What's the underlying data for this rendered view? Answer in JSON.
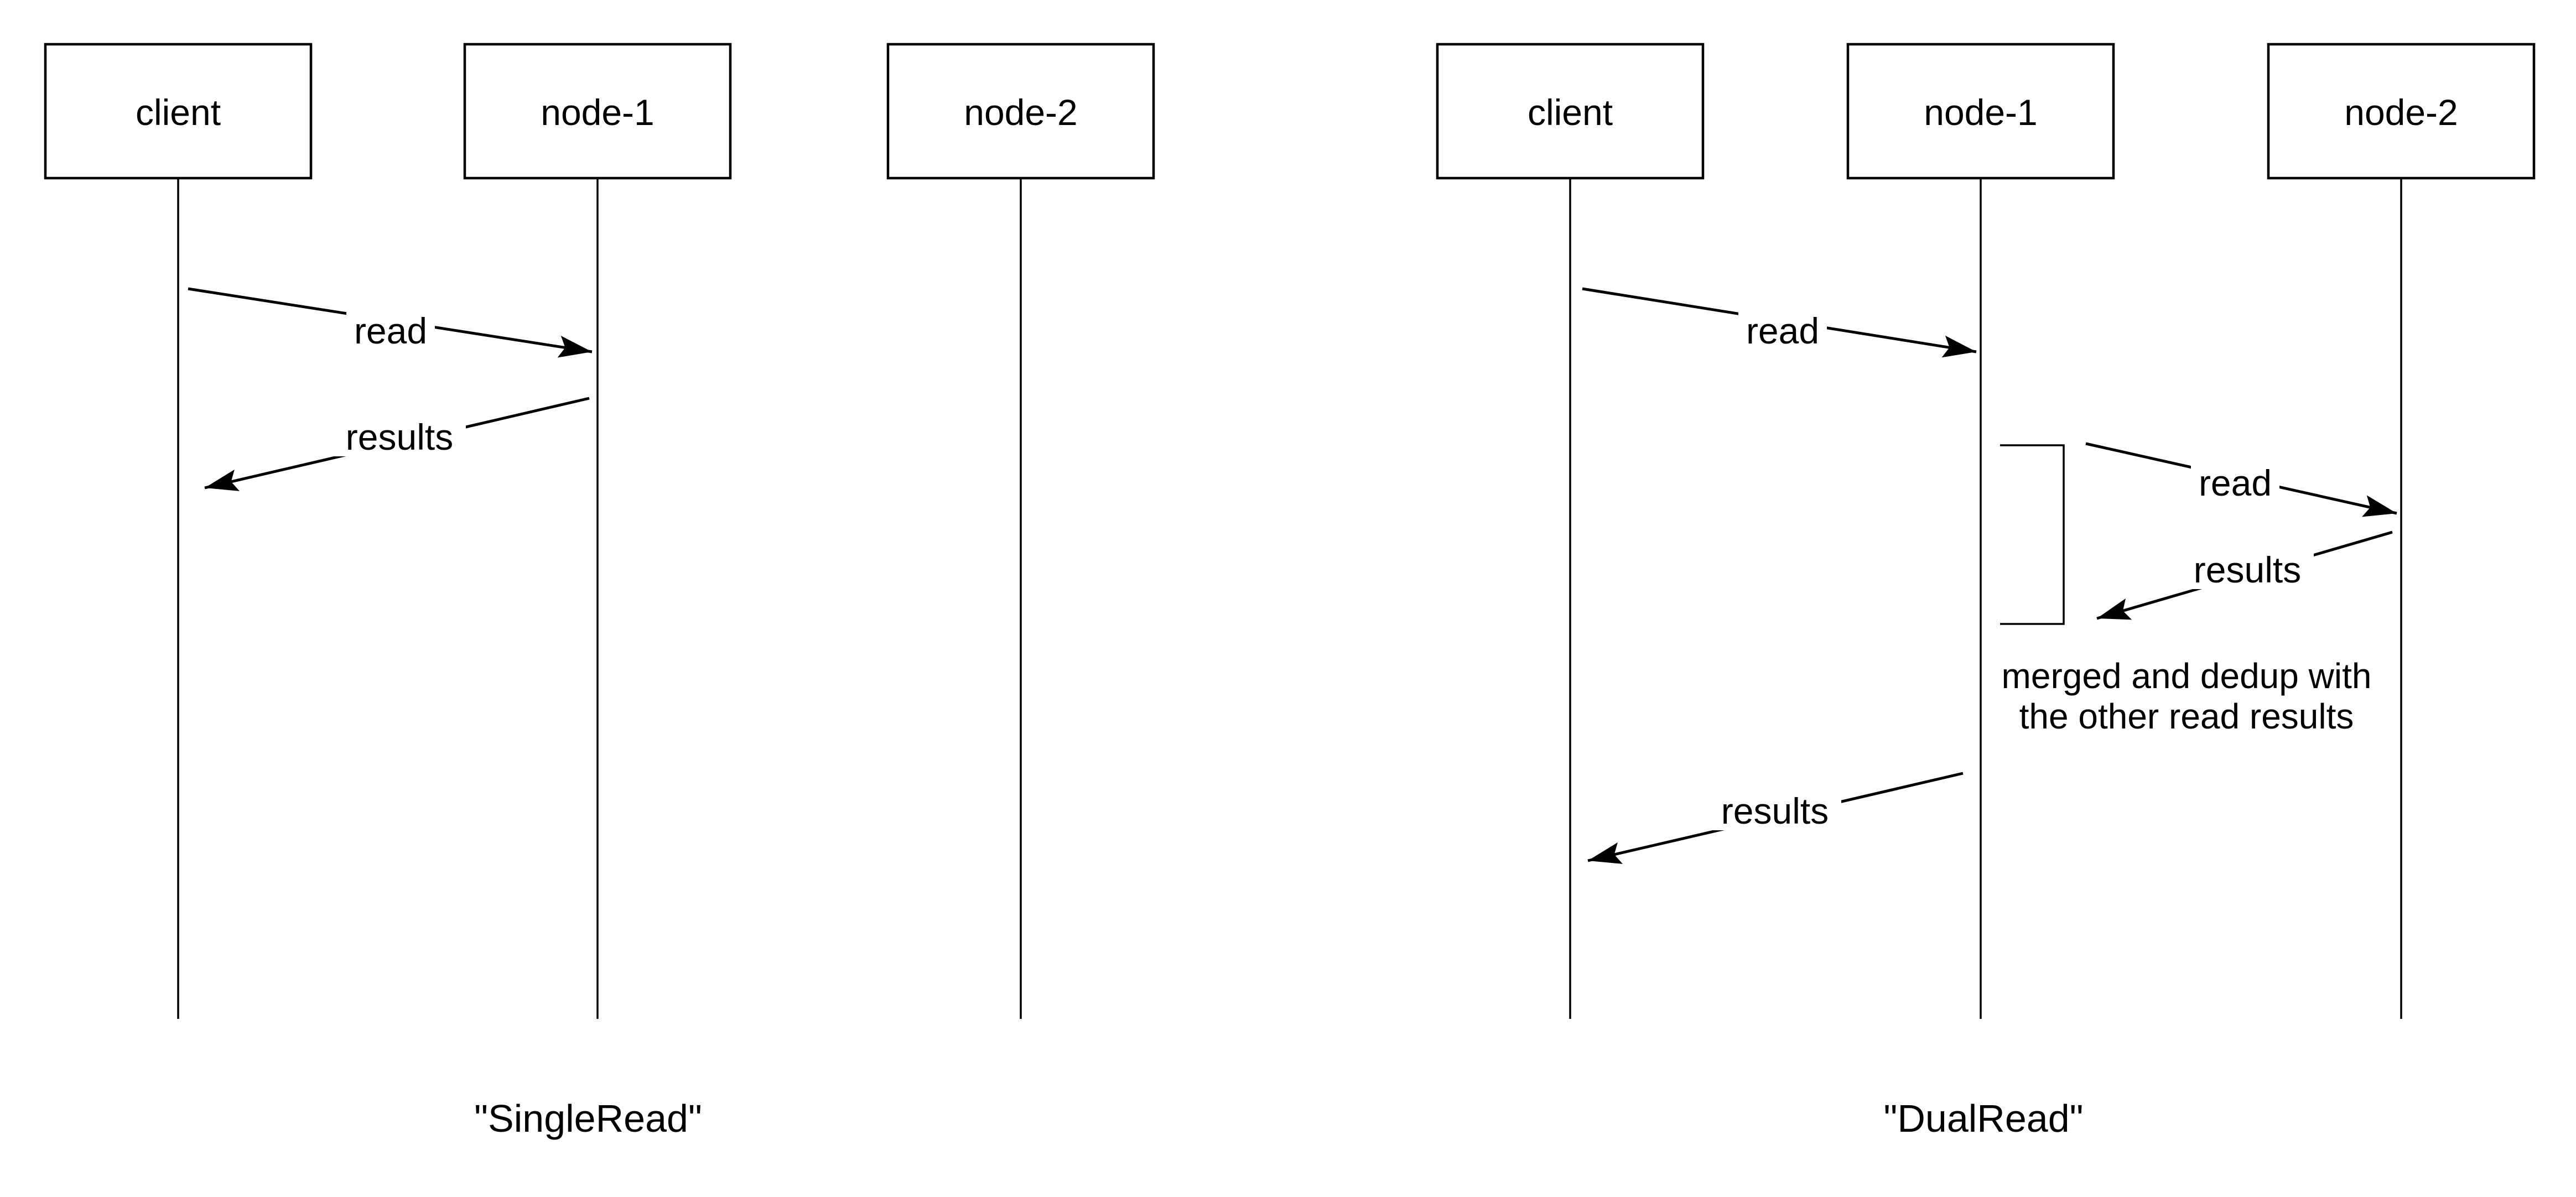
{
  "background_color": "#ffffff",
  "line_color": "#000000",
  "text_color": "#000000",
  "panels": [
    {
      "caption": "\"SingleRead\"",
      "actors": [
        {
          "label": "client"
        },
        {
          "label": "node-1"
        },
        {
          "label": "node-2"
        }
      ],
      "messages": [
        {
          "label": "read",
          "from": "client",
          "to": "node-1"
        },
        {
          "label": "results",
          "from": "node-1",
          "to": "client"
        }
      ]
    },
    {
      "caption": "\"DualRead\"",
      "actors": [
        {
          "label": "client"
        },
        {
          "label": "node-1"
        },
        {
          "label": "node-2"
        }
      ],
      "messages": [
        {
          "label": "read",
          "from": "client",
          "to": "node-1"
        },
        {
          "label": "read",
          "from": "node-1",
          "to": "node-2"
        },
        {
          "label": "results",
          "from": "node-2",
          "to": "node-1"
        },
        {
          "label": "results",
          "from": "node-1",
          "to": "client"
        }
      ],
      "note": {
        "line1": "merged and dedup with",
        "line2": "the other read results"
      }
    }
  ]
}
